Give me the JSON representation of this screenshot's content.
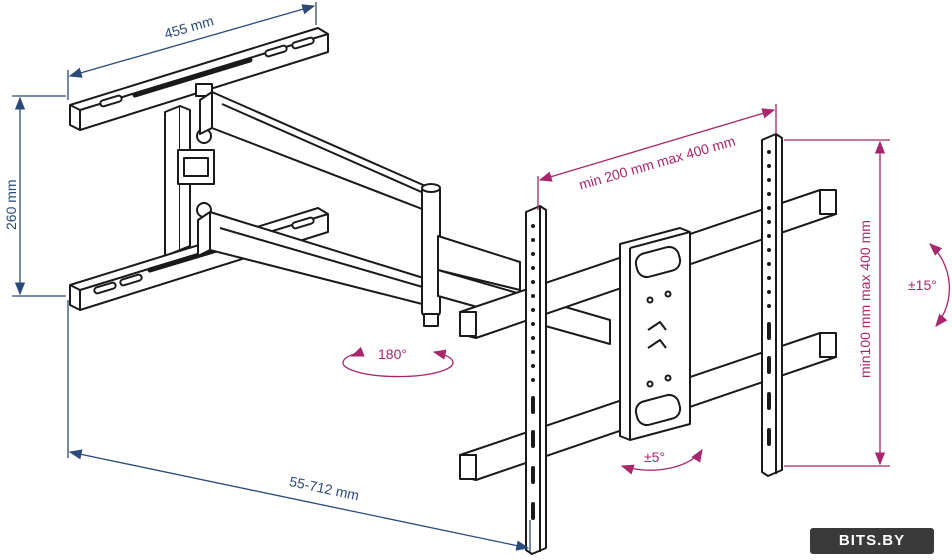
{
  "dimensions": {
    "top_width": "455 mm",
    "height": "260 mm",
    "extension": "55-712 mm",
    "vesa_horizontal": "min 200 mm max 400 mm",
    "vesa_vertical": "min100 mm max 400 mm"
  },
  "rotations": {
    "swivel": "180°",
    "tilt": "±15°",
    "level": "±5°"
  },
  "logo": {
    "text": "BITS.BY"
  },
  "colors": {
    "blue": "#2b4a7a",
    "pink": "#a8266b",
    "outline": "#1a1a1a"
  }
}
